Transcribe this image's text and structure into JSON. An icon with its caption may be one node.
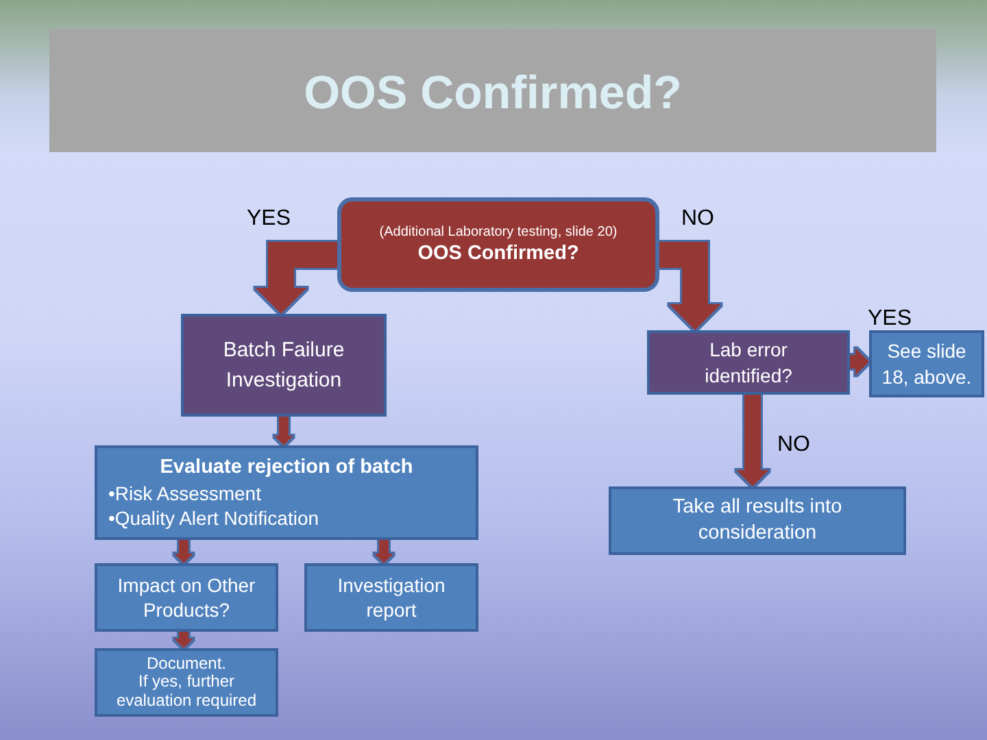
{
  "diagram": {
    "title": "OOS Confirmed?",
    "nodes": [
      {
        "text": [
          "(Additional Laboratory testing, slide 20)",
          "OOS Confirmed?"
        ]
      },
      {
        "text": [
          "Batch Failure Investigation"
        ]
      },
      {
        "text": [
          "Lab error identified?"
        ]
      },
      {
        "text": [
          "See slide 18, above."
        ]
      },
      {
        "text": [
          "Evaluate rejection of batch",
          "•Risk Assessment",
          "•Quality Alert Notification"
        ]
      },
      {
        "text": [
          "Take all results into consideration"
        ]
      },
      {
        "text": [
          "Impact on Other Products?"
        ]
      },
      {
        "text": [
          "Investigation report"
        ]
      },
      {
        "text": [
          "Document.",
          "If yes, further evaluation required"
        ]
      }
    ],
    "edges": [
      {
        "from": 0,
        "to": 1,
        "arrow": "to",
        "label": "YES",
        "style": "thick"
      },
      {
        "from": 0,
        "to": 2,
        "arrow": "to",
        "label": "NO",
        "style": "thick"
      },
      {
        "from": 1,
        "to": 4,
        "arrow": "to"
      },
      {
        "from": 2,
        "to": 3,
        "arrow": "to",
        "label": "YES"
      },
      {
        "from": 2,
        "to": 5,
        "arrow": "to",
        "label": "NO"
      },
      {
        "from": 4,
        "to": 6,
        "arrow": "to"
      },
      {
        "from": 4,
        "to": 7,
        "arrow": "to"
      },
      {
        "from": 6,
        "to": 8,
        "arrow": "to"
      }
    ]
  }
}
